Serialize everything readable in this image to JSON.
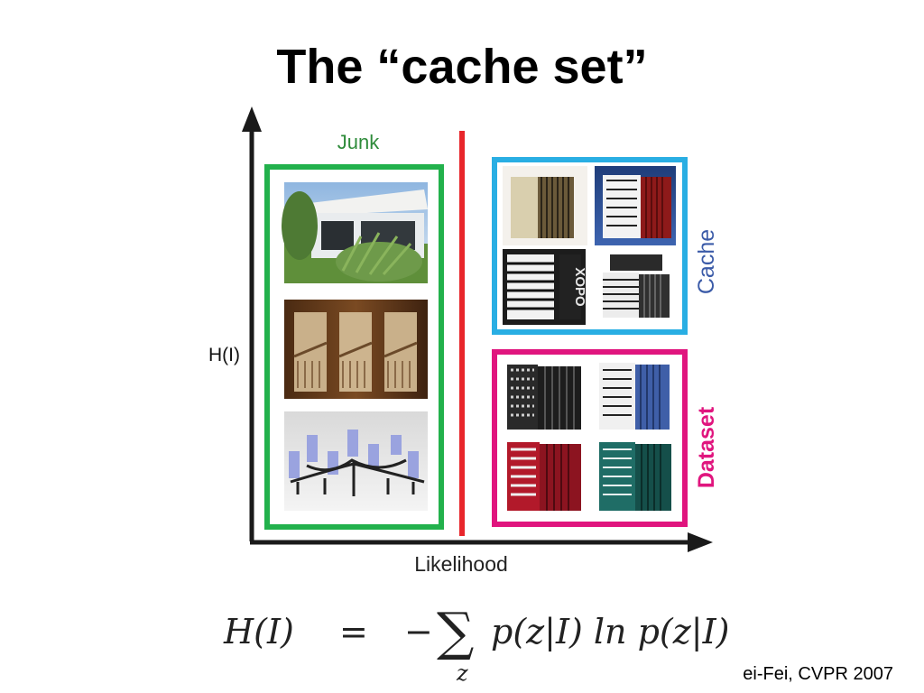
{
  "title": "The “cache set”",
  "diagram": {
    "y_axis_label": "H(I)",
    "x_axis_label": "Likelihood",
    "junk_label": "Junk",
    "cache_label": "Cache",
    "dataset_label": "Dataset",
    "junk_images": [
      "house-photo",
      "wooden-doors-photo",
      "candelabra-photo"
    ],
    "cache_images": [
      "accordion-photo",
      "accordion-photo",
      "accordion-keyboard-photo",
      "accordion-photo"
    ],
    "dataset_images": [
      "accordion-photo",
      "accordion-photo",
      "accordion-photo",
      "accordion-photo"
    ],
    "accordion_keyboard_text": "XOPO",
    "colors": {
      "junk_box": "#22b14c",
      "divider": "#e8262b",
      "cache_box": "#29aee3",
      "cache_text": "#3b5ba8",
      "dataset_box": "#e0157e",
      "junk_text": "#2e8b3a",
      "axis": "#1a1a1a"
    }
  },
  "formula": {
    "lhs": "H(I)",
    "equals": "=",
    "minus": "−",
    "sum": "∑",
    "sum_index": "z",
    "rhs": "p(z|I) ln p(z|I)"
  },
  "citation": "ei-Fei, CVPR 2007"
}
